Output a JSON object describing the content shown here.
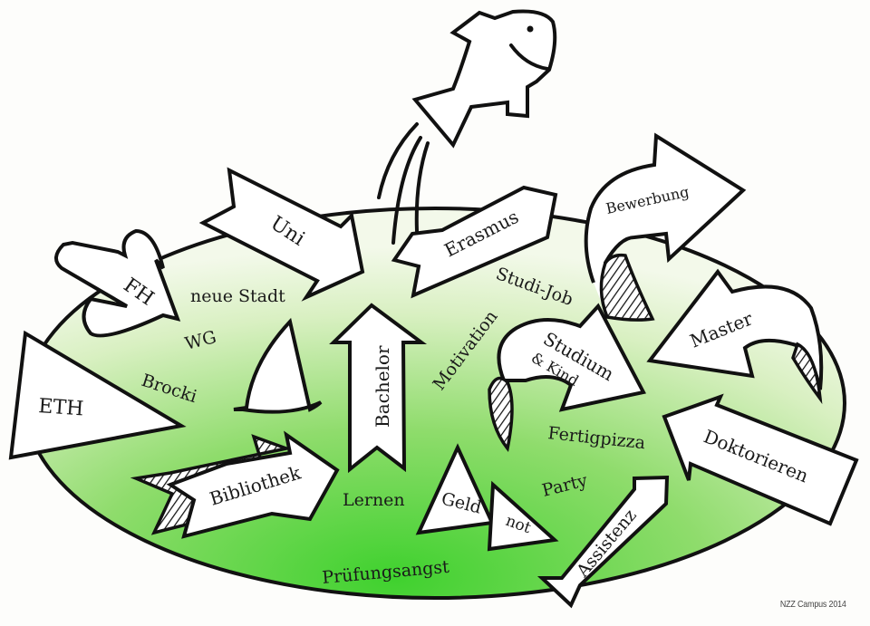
{
  "title": "Studium Pond Diagram",
  "colors": {
    "pond_light": "#eef7de",
    "pond_mid": "#b9e39a",
    "pond_dark": "#4fd23a",
    "ink": "#111111",
    "paper": "#fdfdfb"
  },
  "arrows": {
    "fh": "FH",
    "uni": "Uni",
    "erasmus": "Erasmus",
    "bewerbung": "Bewerbung",
    "eth": "ETH",
    "bachelor": "Bachelor",
    "bibliothek": "Bibliothek",
    "studium_line1": "Studium",
    "studium_line2": "& Kind",
    "master": "Master",
    "doktorieren": "Doktorieren",
    "assistenz": "Assistenz",
    "geld": "Geld",
    "not": "not"
  },
  "floating_words": {
    "neue_stadt": "neue Stadt",
    "wg": "WG",
    "brocki": "Brocki",
    "motivation": "Motivation",
    "studi_job": "Studi-Job",
    "lernen": "Lernen",
    "fertigpizza": "Fertigpizza",
    "party": "Party",
    "pruefungsangst": "Prüfungsangst"
  },
  "icons": {
    "fish": "jumping-fish-icon",
    "shark_fin": "shark-fin-icon"
  },
  "credit": "NZZ Campus 2014"
}
